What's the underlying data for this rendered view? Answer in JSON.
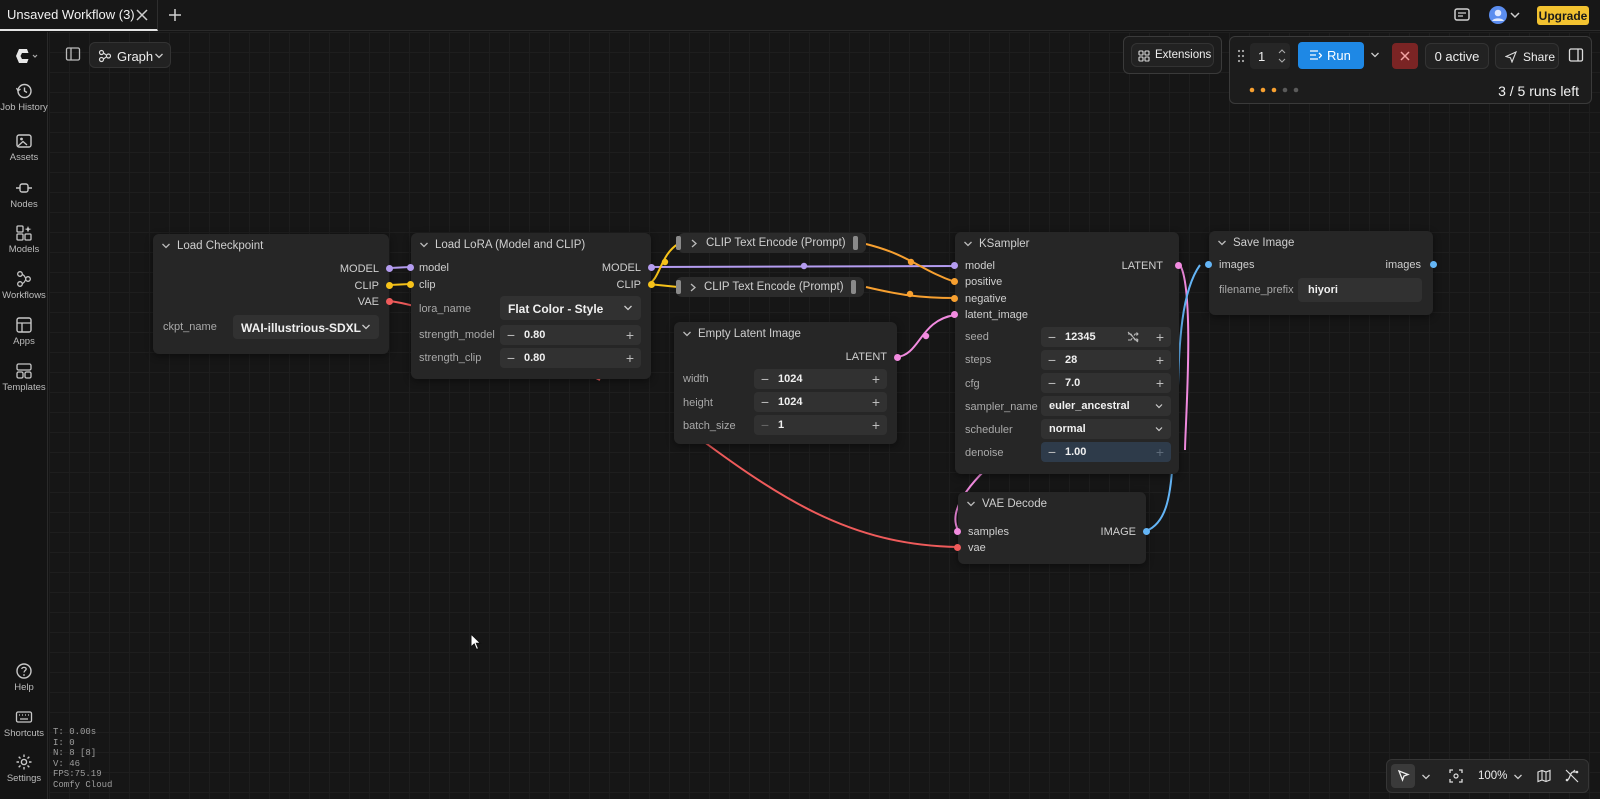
{
  "tabs": {
    "active_label": "Unsaved Workflow (3)",
    "upgrade_label": "Upgrade"
  },
  "sidebar": {
    "items": [
      {
        "label": "Job History",
        "icon": "history-icon"
      },
      {
        "label": "Assets",
        "icon": "image-icon"
      },
      {
        "label": "Nodes",
        "icon": "nodes-icon"
      },
      {
        "label": "Models",
        "icon": "models-icon"
      },
      {
        "label": "Workflows",
        "icon": "workflow-icon"
      },
      {
        "label": "Apps",
        "icon": "apps-icon"
      },
      {
        "label": "Templates",
        "icon": "templates-icon"
      }
    ],
    "bottom": [
      {
        "label": "Help",
        "icon": "help-icon"
      },
      {
        "label": "Shortcuts",
        "icon": "keyboard-icon"
      },
      {
        "label": "Settings",
        "icon": "gear-icon"
      }
    ]
  },
  "toolbar": {
    "graph_label": "Graph",
    "extensions_label": "Extensions",
    "batch_count": "1",
    "run_label": "Run",
    "active_label": "0 active",
    "share_label": "Share",
    "runs_left": "3 / 5 runs left"
  },
  "nodes": {
    "load_checkpoint": {
      "title": "Load Checkpoint",
      "outputs": [
        "MODEL",
        "CLIP",
        "VAE"
      ],
      "ckpt_label": "ckpt_name",
      "ckpt_value": "WAI-illustrious-SDXL"
    },
    "load_lora": {
      "title": "Load LoRA (Model and CLIP)",
      "inputs": [
        "model",
        "clip"
      ],
      "outputs": [
        "MODEL",
        "CLIP"
      ],
      "lora_label": "lora_name",
      "lora_value": "Flat Color - Style",
      "strength_model_label": "strength_model",
      "strength_model_value": "0.80",
      "strength_clip_label": "strength_clip",
      "strength_clip_value": "0.80"
    },
    "clip_text_1": {
      "title": "CLIP Text Encode (Prompt)"
    },
    "clip_text_2": {
      "title": "CLIP Text Encode (Prompt)"
    },
    "empty_latent": {
      "title": "Empty Latent Image",
      "output": "LATENT",
      "width_label": "width",
      "width_value": "1024",
      "height_label": "height",
      "height_value": "1024",
      "batch_label": "batch_size",
      "batch_value": "1"
    },
    "ksampler": {
      "title": "KSampler",
      "inputs": [
        "model",
        "positive",
        "negative",
        "latent_image"
      ],
      "output": "LATENT",
      "seed_label": "seed",
      "seed_value": "12345",
      "steps_label": "steps",
      "steps_value": "28",
      "cfg_label": "cfg",
      "cfg_value": "7.0",
      "sampler_label": "sampler_name",
      "sampler_value": "euler_ancestral",
      "scheduler_label": "scheduler",
      "scheduler_value": "normal",
      "denoise_label": "denoise",
      "denoise_value": "1.00"
    },
    "vae_decode": {
      "title": "VAE Decode",
      "inputs": [
        "samples",
        "vae"
      ],
      "output": "IMAGE"
    },
    "save_image": {
      "title": "Save Image",
      "input": "images",
      "output": "images",
      "prefix_label": "filename_prefix",
      "prefix_value": "hiyori"
    }
  },
  "stats": {
    "t": "T: 0.00s",
    "i": "I: 0",
    "n": "N: 8 [8]",
    "v": "V: 46",
    "fps": "FPS:75.19",
    "env": "Comfy Cloud"
  },
  "zoom": {
    "level": "100%"
  },
  "colors": {
    "model": "#b49cf0",
    "clip": "#f7c31a",
    "vae": "#ef5b5b",
    "latent": "#f28be0",
    "conditioning": "#f7a030",
    "image": "#64b5f6",
    "run": "#1e88e5",
    "upgrade": "#f2c230"
  }
}
